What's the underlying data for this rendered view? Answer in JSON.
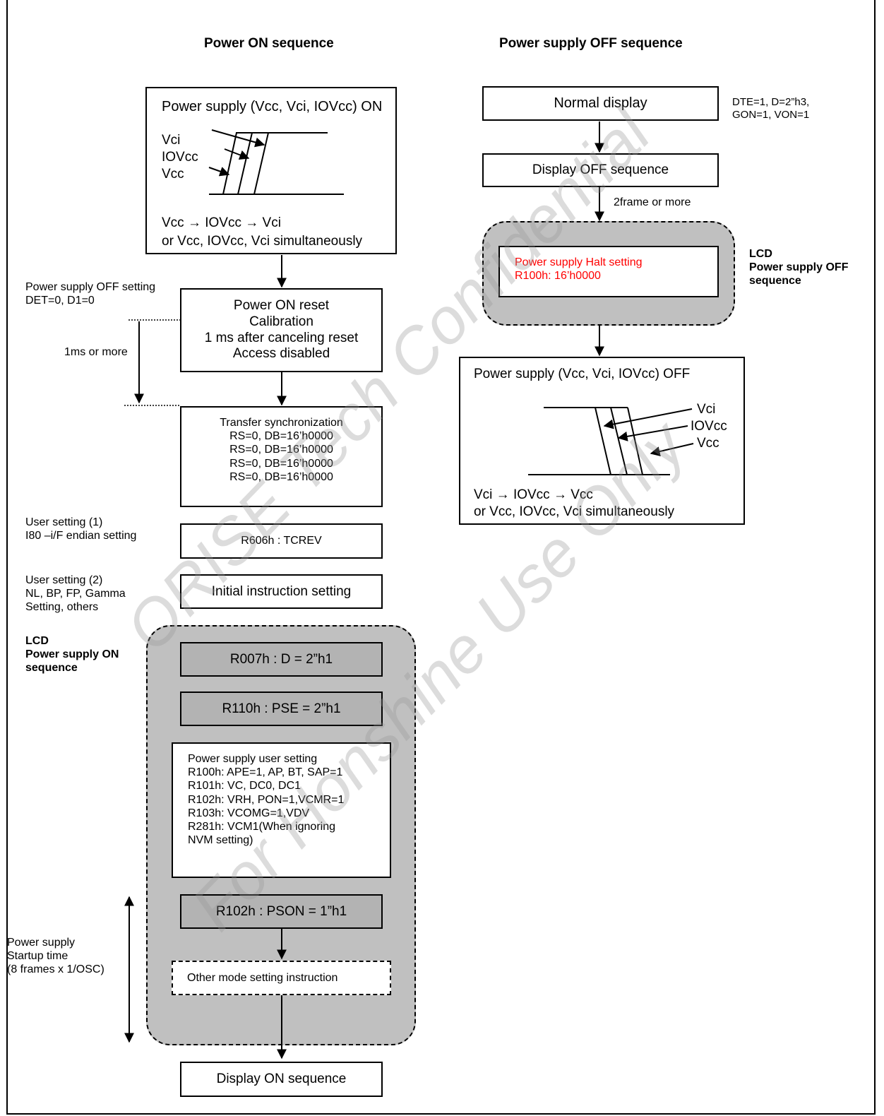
{
  "headings": {
    "on_title": "Power ON sequence",
    "off_title": "Power supply OFF sequence"
  },
  "on": {
    "power_on_box": {
      "title": "Power supply (Vcc, Vci, IOVcc) ON",
      "signals": [
        "Vci",
        "IOVcc",
        "Vcc"
      ],
      "order": "Vcc → IOVcc → Vci",
      "note": "or Vcc, IOVcc, Vci simultaneously"
    },
    "off_setting_label": [
      "Power supply OFF setting",
      "DET=0, D1=0"
    ],
    "reset_box": [
      "Power ON reset",
      "Calibration",
      "1 ms after canceling reset",
      "Access disabled"
    ],
    "delay_label": "1ms or more",
    "transfer_box": [
      "Transfer synchronization",
      "RS=0, DB=16’h0000",
      "RS=0, DB=16’h0000",
      "RS=0, DB=16’h0000",
      "RS=0, DB=16’h0000"
    ],
    "user1_label": [
      "User setting (1)",
      "I80 –i/F endian setting"
    ],
    "user1_box": "R606h : TCREV",
    "user2_label": [
      "User setting (2)",
      "NL, BP, FP, Gamma",
      "Setting, others"
    ],
    "user2_box": "Initial instruction setting",
    "lcd_label": [
      "LCD",
      "Power supply ON",
      "sequence"
    ],
    "r007_box": "R007h : D = 2”h1",
    "r110_box": "R110h : PSE = 2”h1",
    "psu_user_box": [
      "Power supply user setting",
      "R100h: APE=1, AP, BT, SAP=1",
      "R101h: VC, DC0, DC1",
      "R102h: VRH, PON=1,VCMR=1",
      "R103h: VCOMG=1,VDV",
      "R281h: VCM1(When ignoring",
      "NVM setting)"
    ],
    "r102_box": "R102h : PSON = 1”h1",
    "other_box": "Other mode setting instruction",
    "startup_label": [
      "Power supply",
      "Startup time",
      "(8 frames x 1/OSC)"
    ],
    "display_on_box": "Display ON sequence"
  },
  "off": {
    "normal_box": "Normal display",
    "normal_note": [
      "DTE=1, D=2”h3,",
      "GON=1, VON=1"
    ],
    "display_off_box": "Display OFF sequence",
    "frame_label": "2frame or more",
    "halt_box": [
      "Power supply Halt setting",
      "R100h: 16’h0000"
    ],
    "lcd_label": [
      "LCD",
      "Power supply OFF",
      "sequence"
    ],
    "power_off_box": {
      "title": "Power supply (Vcc, Vci, IOVcc) OFF",
      "signals": [
        "Vci",
        "IOVcc",
        "Vcc"
      ],
      "order": "Vci → IOVcc → Vcc",
      "note": "or Vcc, IOVcc, Vci simultaneously"
    }
  },
  "watermarks": [
    "ORISE Tech Confidential",
    "For Honshine Use Only"
  ],
  "colors": {
    "region_fill": "#c0c0c0",
    "grey_box": "#b3b3b3",
    "halt_text": "#ff0000"
  }
}
